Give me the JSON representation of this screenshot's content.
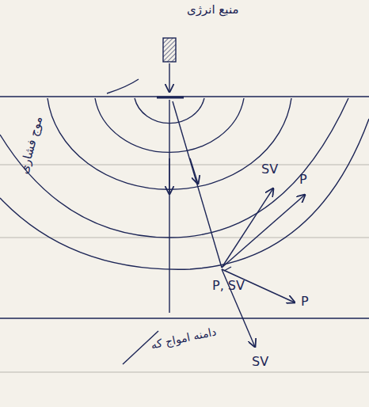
{
  "diagram": {
    "labels": [
      "منبع انرژی",
      "موج فشاری",
      "SV",
      "P",
      "P, SV",
      "P",
      "SV",
      "دامنه امواج که"
    ]
  }
}
